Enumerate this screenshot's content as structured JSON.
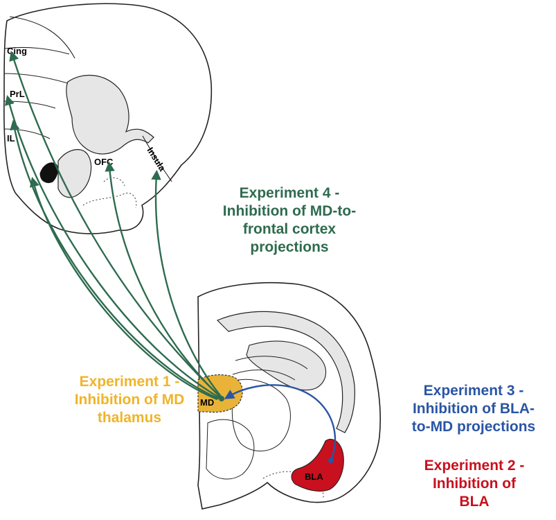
{
  "regions": {
    "cing": "Cing",
    "prl": "PrL",
    "il": "IL",
    "ofc": "OFC",
    "insula": "Insula",
    "md": "MD",
    "bla": "BLA"
  },
  "experiments": {
    "exp1": {
      "line1": "Experiment 1 -",
      "line2": "Inhibition of MD",
      "line3": "thalamus"
    },
    "exp2": {
      "line1": "Experiment 2 -",
      "line2": "Inhibition of",
      "line3": "BLA"
    },
    "exp3": {
      "line1": "Experiment 3 -",
      "line2": "Inhibition of BLA-",
      "line3": "to-MD projections"
    },
    "exp4": {
      "line1": "Experiment 4 -",
      "line2": "Inhibition of MD-to-",
      "line3": "frontal cortex",
      "line4": "projections"
    }
  },
  "colors": {
    "exp1": "#f0b429",
    "exp2": "#c8101e",
    "exp3": "#2a55a5",
    "exp4": "#2e6b4f",
    "md_region": "#e8b338",
    "bla_region": "#c8101e",
    "gray_matter": "#e6e6e6"
  }
}
